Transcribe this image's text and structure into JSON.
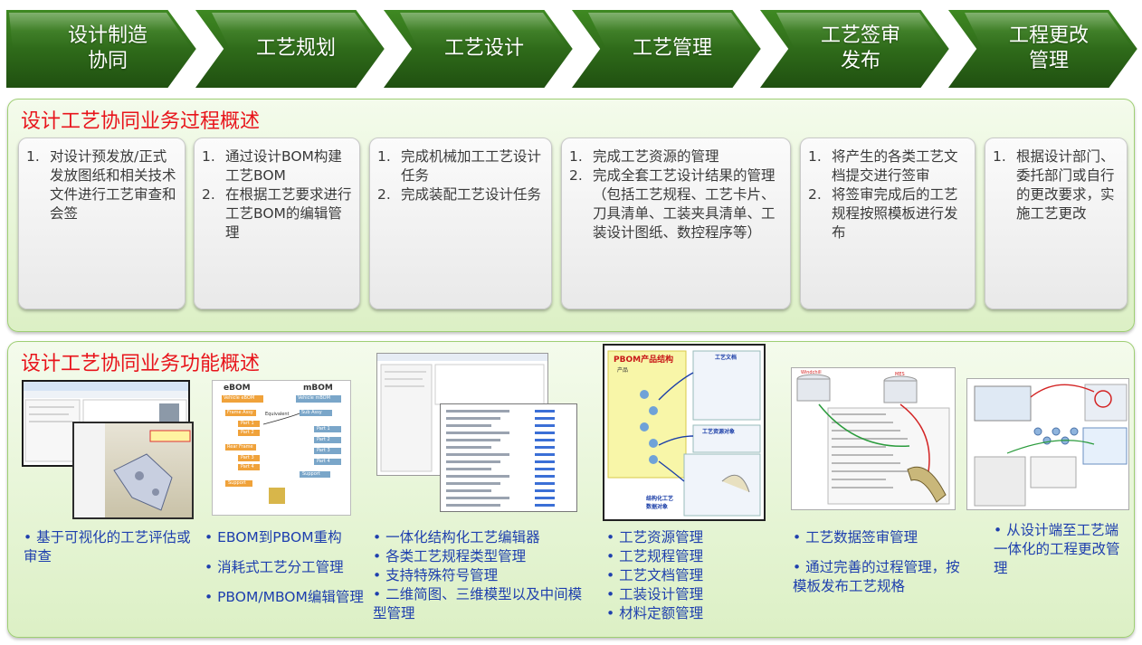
{
  "stages": [
    {
      "label": "设计制造\n协同"
    },
    {
      "label": "工艺规划"
    },
    {
      "label": "工艺设计"
    },
    {
      "label": "工艺管理"
    },
    {
      "label": "工艺签审\n发布"
    },
    {
      "label": "工程更改\n管理"
    }
  ],
  "process_section": {
    "title": "设计工艺协同业务过程概述",
    "cards": [
      {
        "items": [
          {
            "num": "1.",
            "text": "对设计预发放/正式发放图纸和相关技术文件进行工艺审查和会签"
          }
        ]
      },
      {
        "items": [
          {
            "num": "1.",
            "text": "通过设计BOM构建工艺BOM"
          },
          {
            "num": "2.",
            "text": "在根据工艺要求进行工艺BOM的编辑管理"
          }
        ]
      },
      {
        "items": [
          {
            "num": "1.",
            "text": "完成机械加工工艺设计任务"
          },
          {
            "num": "2.",
            "text": "完成装配工艺设计任务"
          }
        ]
      },
      {
        "items": [
          {
            "num": "1.",
            "text": "完成工艺资源的管理"
          },
          {
            "num": "2.",
            "text": "完成全套工艺设计结果的管理（包括工艺规程、工艺卡片、刀具清单、工装夹具清单、工装设计图纸、数控程序等）"
          }
        ]
      },
      {
        "items": [
          {
            "num": "1.",
            "text": "将产生的各类工艺文档提交进行签审"
          },
          {
            "num": "2.",
            "text": "将签审完成后的工艺规程按照模板进行发布"
          }
        ]
      },
      {
        "items": [
          {
            "num": "1.",
            "text": "根据设计部门、委托部门或自行的更改要求，实施工艺更改"
          }
        ]
      }
    ]
  },
  "function_section": {
    "title": "设计工艺协同业务功能概述",
    "columns": [
      {
        "bullets": [
          "• 基于可视化的工艺评估或审查"
        ]
      },
      {
        "bullets": [
          "• EBOM到PBOM重构",
          "• 消耗式工艺分工管理",
          "• PBOM/MBOM编辑管理"
        ]
      },
      {
        "bullets": [
          "• 一体化结构化工艺编辑器",
          "• 各类工艺规程类型管理",
          "• 支持特殊符号管理",
          "• 二维简图、三维模型以及中间模型管理"
        ]
      },
      {
        "bullets": [
          "• 工艺资源管理",
          "• 工艺规程管理",
          "• 工艺文档管理",
          "• 工装设计管理",
          "• 材料定额管理"
        ]
      },
      {
        "bullets": [
          "• 工艺数据签审管理",
          "• 通过完善的过程管理，按模板发布工艺规格"
        ]
      },
      {
        "bullets": [
          "• 从设计端至工艺端一体化的工程更改管理"
        ]
      }
    ]
  },
  "thumbnails": {
    "bom": {
      "ebom_title": "eBOM",
      "mbom_title": "mBOM",
      "ebom_root": "Vehicle eBOM",
      "mbom_root": "Vehicle mBOM",
      "frame_assy": "Frame Assy",
      "rear_frame": "Rear Frame",
      "sub_assy": "Sub Assy",
      "support": "Support",
      "equivalent": "Equivalent",
      "parts": [
        "Part 1",
        "Part 2",
        "Part 3",
        "Part 4"
      ],
      "mparts": [
        "Part 1",
        "Part 2",
        "Part 3",
        "Part 4"
      ]
    },
    "resource": {
      "product_structure": "PBOM产品结构",
      "product": "产品",
      "process_doc": "工艺文档",
      "process_resource": "工艺资源对象",
      "structured": "结构化工艺\n数据对象"
    },
    "signoff": {
      "left_db": "Windchill",
      "right_db": "MES"
    }
  },
  "colors": {
    "chevron_dark": "#2f6b1a",
    "chevron_light": "#6fae3c",
    "title_red": "#e8141b",
    "bullet_blue": "#1e3fae",
    "panel_border": "#9fcf74"
  }
}
